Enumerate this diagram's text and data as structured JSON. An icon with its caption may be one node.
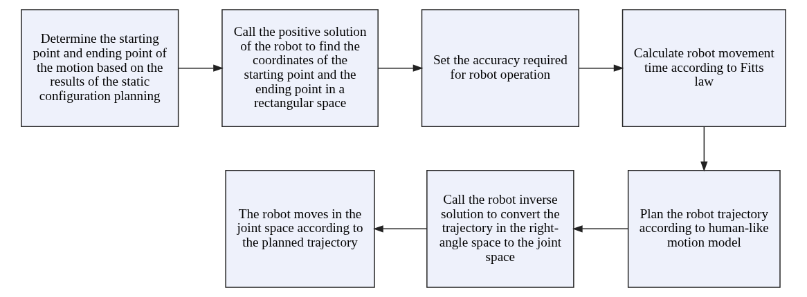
{
  "diagram": {
    "nodes": [
      {
        "text": [
          "Determine the starting point and ending point of the motion based on the results of the static configuration planning"
        ]
      },
      {
        "text": [
          "Call the positive solution of the robot to find the coordinates of the starting point and the ending point in a rectangular space"
        ]
      },
      {
        "text": [
          "Set the accuracy required for robot operation"
        ]
      },
      {
        "text": [
          "Calculate robot movement time according to Fitts law"
        ]
      },
      {
        "text": [
          "Plan the robot trajectory according to human-like motion model"
        ]
      },
      {
        "text": [
          "Call the robot inverse solution to convert the trajectory in the right-angle space to the joint space"
        ]
      },
      {
        "text": [
          "The robot moves in the joint space according to the planned trajectory"
        ]
      }
    ],
    "edges": [
      {
        "from": 0,
        "to": 1,
        "arrow": "to"
      },
      {
        "from": 1,
        "to": 2,
        "arrow": "to"
      },
      {
        "from": 2,
        "to": 3,
        "arrow": "to"
      },
      {
        "from": 3,
        "to": 4,
        "arrow": "to"
      },
      {
        "from": 4,
        "to": 5,
        "arrow": "to"
      },
      {
        "from": 5,
        "to": 6,
        "arrow": "to"
      }
    ]
  }
}
